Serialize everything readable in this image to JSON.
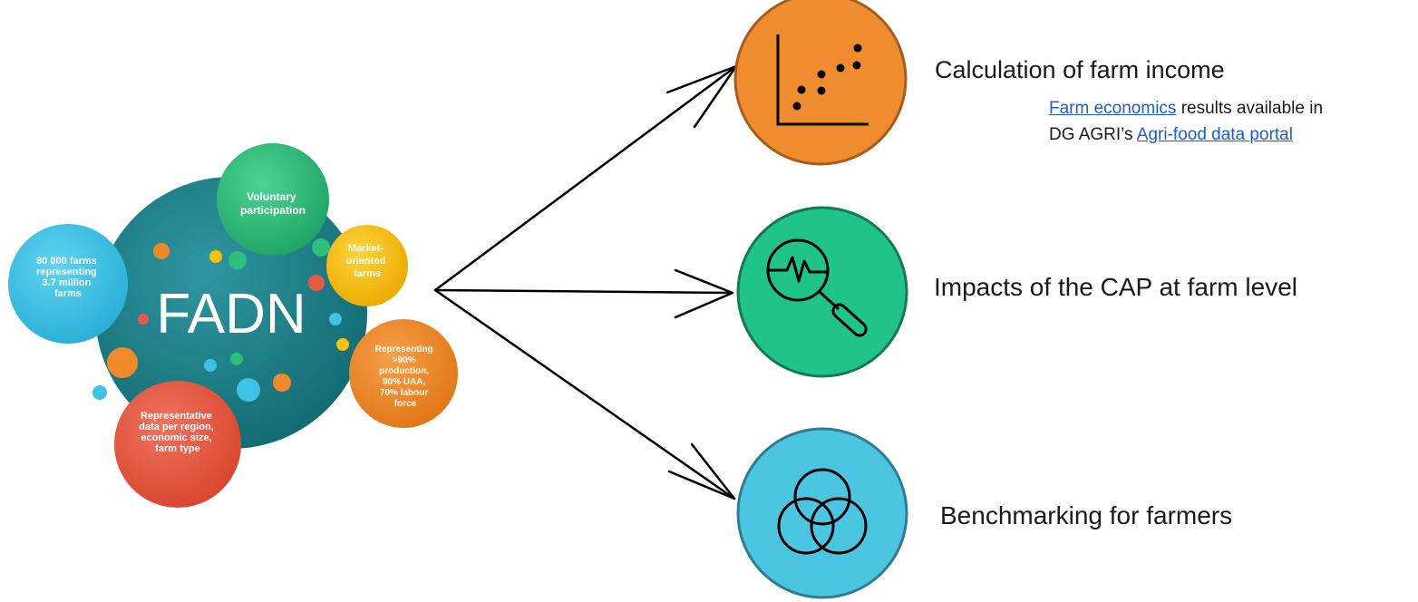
{
  "cluster": {
    "center": "FADN",
    "bubbles": [
      {
        "id": "farms",
        "lines": [
          "80 000 farms",
          "representing",
          "3.7 million",
          "farms"
        ]
      },
      {
        "id": "voluntary",
        "lines": [
          "Voluntary",
          "participation"
        ]
      },
      {
        "id": "market",
        "lines": [
          "Market-",
          "oriented",
          "farms"
        ]
      },
      {
        "id": "representing",
        "lines": [
          "Representing",
          ">90%",
          "production,",
          "90% UAA,",
          "70% labour",
          "force"
        ]
      },
      {
        "id": "representative",
        "lines": [
          "Representative",
          "data per region,",
          "economic size,",
          "farm type"
        ]
      }
    ]
  },
  "outputs": {
    "income": {
      "title": "Calculation of farm income",
      "note": {
        "link1": "Farm economics",
        "text1": " results available in",
        "text2": "DG AGRI’s ",
        "link2": "Agri-food data portal"
      }
    },
    "impacts": {
      "title": "Impacts of the CAP at farm level"
    },
    "benchmarking": {
      "title": "Benchmarking for farmers"
    }
  },
  "colors": {
    "teal_main": "#1a7d84",
    "blue_bubble": "#3ec3e6",
    "green_bubble": "#2ebf7b",
    "yellow_bubble": "#f5c20f",
    "orange_bubble": "#f08a2a",
    "red_bubble": "#e85a45",
    "income_circle": "#ee8c2f",
    "impacts_circle": "#20c38a",
    "benchmark_circle": "#4cc5e1",
    "link": "#1f5fbf"
  },
  "icons": {
    "income": "scatter-plot-icon",
    "impacts": "magnifier-heartbeat-icon",
    "benchmarking": "venn-diagram-icon"
  }
}
